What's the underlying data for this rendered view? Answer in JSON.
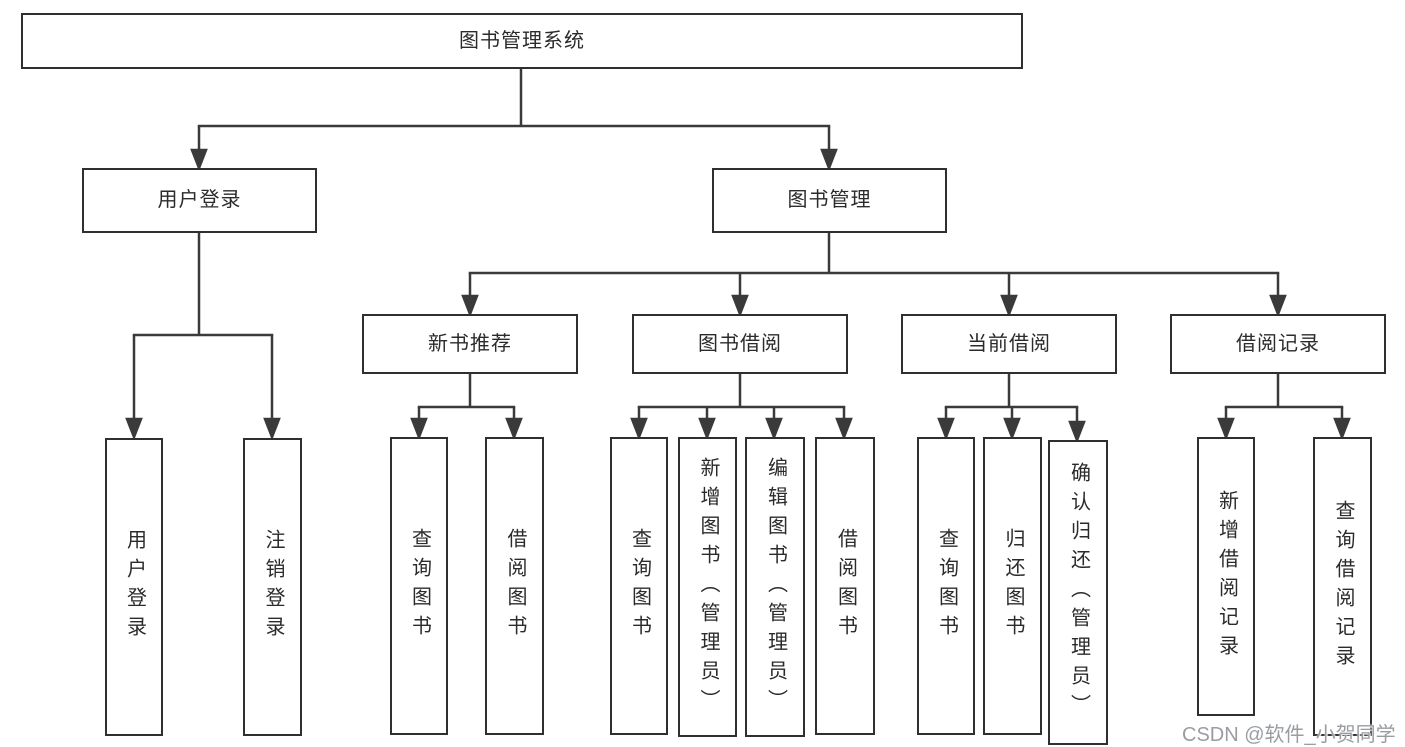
{
  "diagram": {
    "type": "tree",
    "root_label": "图书管理系统",
    "user_login": {
      "label": "用户登录",
      "children": [
        {
          "label": "用户登录"
        },
        {
          "label": "注销登录"
        }
      ]
    },
    "book_mgmt": {
      "label": "图书管理",
      "groups": [
        {
          "label": "新书推荐",
          "children": [
            {
              "label": "查询图书"
            },
            {
              "label": "借阅图书"
            }
          ]
        },
        {
          "label": "图书借阅",
          "children": [
            {
              "label": "查询图书"
            },
            {
              "label": "新增图书（管理员）"
            },
            {
              "label": "编辑图书（管理员）"
            },
            {
              "label": "借阅图书"
            }
          ]
        },
        {
          "label": "当前借阅",
          "children": [
            {
              "label": "查询图书"
            },
            {
              "label": "归还图书"
            },
            {
              "label": "确认归还（管理员）"
            }
          ]
        },
        {
          "label": "借阅记录",
          "children": [
            {
              "label": "新增借阅记录"
            },
            {
              "label": "查询借阅记录"
            }
          ]
        }
      ]
    }
  },
  "watermark": {
    "text": "CSDN @软件_小贺同学"
  },
  "colors": {
    "background": "#ffffff",
    "box_border": "#2f2f2f",
    "line": "#3a3a3a",
    "text": "#2b2b2b",
    "watermark": "#999da2"
  }
}
